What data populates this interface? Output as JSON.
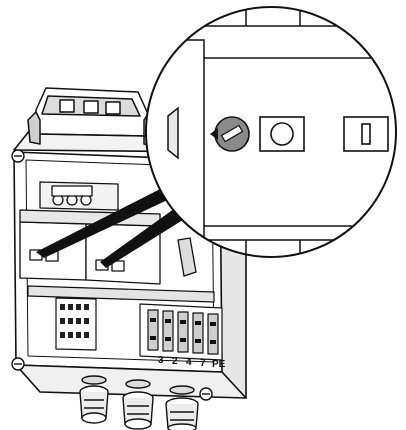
{
  "diagram": {
    "terminal_labels": [
      "3",
      "2",
      "4",
      "7",
      "PE"
    ],
    "colors": {
      "line": "#111111",
      "fill": "#ffffff",
      "shade": "#bdbdbd",
      "dark": "#6e6e6e",
      "knob": "#8a8a8a"
    },
    "icons": [
      "detail-magnifier-icon",
      "selector-knob-icon",
      "push-button-icon",
      "switch-slot-icon"
    ]
  }
}
